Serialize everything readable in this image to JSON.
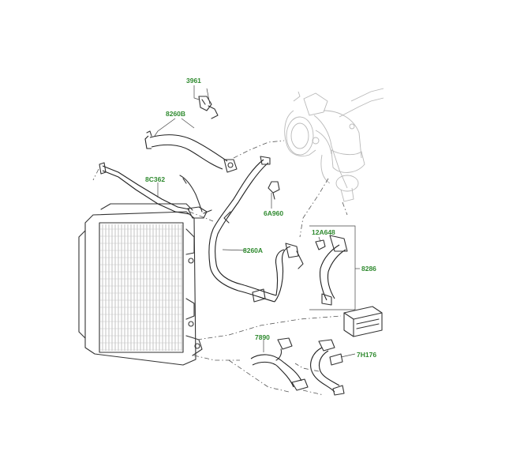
{
  "labels": {
    "p3961": "3961",
    "p8260b": "8260B",
    "p8c362": "8C362",
    "p6a960": "6A960",
    "p8260a": "8260A",
    "p12a648": "12A648",
    "p8286": "8286",
    "p7890": "7890",
    "p7h176": "7H176"
  },
  "colors": {
    "label": "#2f8a2f",
    "line": "#333333",
    "ghost": "#b9b9b9"
  }
}
